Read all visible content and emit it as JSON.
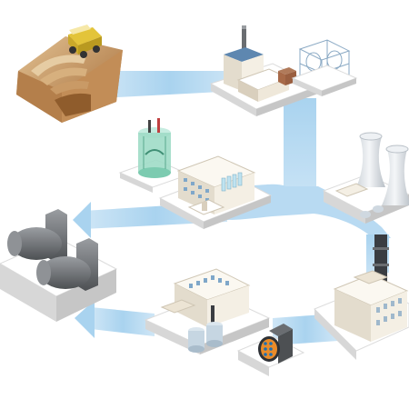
{
  "diagram": {
    "type": "process-flow illustration",
    "text_labels": [],
    "nodes": [
      "open-pit-mine",
      "conversion-plant",
      "enrichment-plant",
      "fuel-fabrication-plant",
      "nuclear-power-plant",
      "reprocessing-plant",
      "spent-fuel-storage"
    ],
    "flow": [
      [
        "open-pit-mine",
        "conversion-plant"
      ],
      [
        "conversion-plant",
        "enrichment-plant"
      ],
      [
        "enrichment-plant",
        "fuel-fabrication-plant"
      ],
      [
        "fuel-fabrication-plant",
        "nuclear-power-plant"
      ],
      [
        "fuel-fabrication-plant",
        "spent-fuel-storage"
      ],
      [
        "nuclear-power-plant",
        "reprocessing-plant"
      ],
      [
        "reprocessing-plant",
        "spent-fuel-storage"
      ]
    ],
    "colors": {
      "arrow": "#a9d3ef",
      "arrow_edge": "#8cc1e6",
      "platform_top": "#ffffff",
      "platform_side": "#d7d7d7",
      "building": "#f1ece2",
      "building_shade": "#d9cfbd",
      "roof_blue": "#5e87b0",
      "tower": "#e6e9ec",
      "tower_shade": "#c3c9cf",
      "rock": "#c99a66",
      "rock_dark": "#a9713e",
      "truck": "#e3c43a",
      "tank_green": "#9fdcc7",
      "cask": "#8f9296",
      "cask_dark": "#6a6d71",
      "fuel_orange": "#e98b2a",
      "window": "#7fa7c9"
    }
  }
}
